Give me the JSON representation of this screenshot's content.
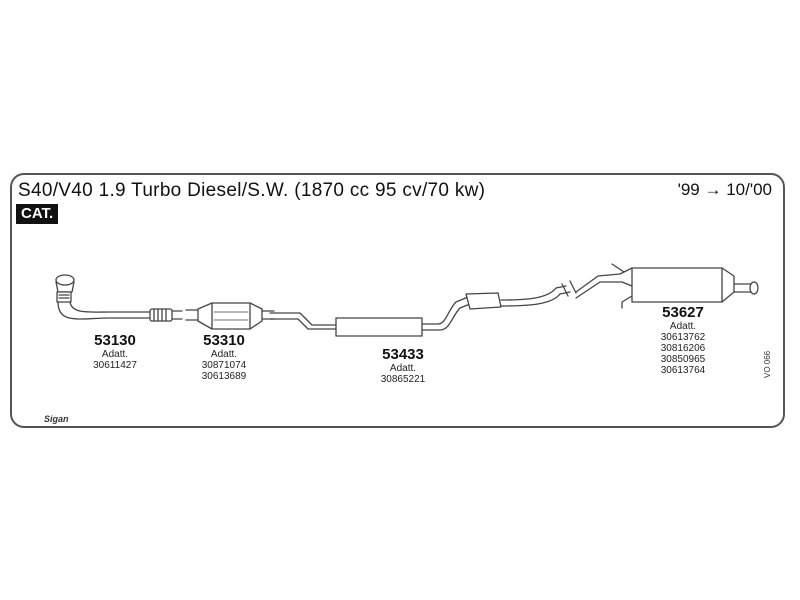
{
  "header": {
    "title": "S40/V40 1.9 Turbo Diesel/S.W. (1870 cc 95 cv/70 kw)",
    "years": "'99 → 10/'00",
    "badge": "CAT."
  },
  "parts": [
    {
      "number": "53130",
      "label": "Adatt.",
      "refs": [
        "30611427"
      ]
    },
    {
      "number": "53310",
      "label": "Adatt.",
      "refs": [
        "30871074",
        "30613689"
      ]
    },
    {
      "number": "53433",
      "label": "Adatt.",
      "refs": [
        "30865221"
      ]
    },
    {
      "number": "53627",
      "label": "Adatt.",
      "refs": [
        "30613762",
        "30816206",
        "30850965",
        "30613764"
      ]
    }
  ],
  "diagram_code": "VO 066",
  "logo_text": "Sigan"
}
